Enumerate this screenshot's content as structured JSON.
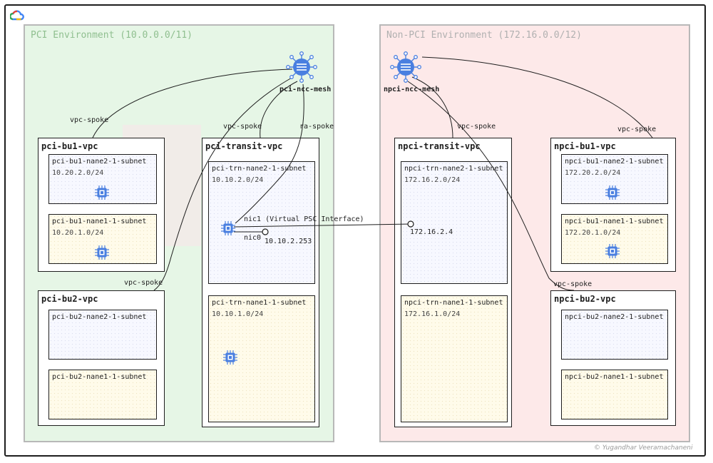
{
  "logo": "google-cloud-logo",
  "pci_env": {
    "title": "PCI Environment (10.0.0.0/11)",
    "bg": "#e6f6e6",
    "title_color": "#8fbf8f"
  },
  "npci_env": {
    "title": "Non-PCI Environment (172.16.0.0/12)",
    "bg": "#fde9e9",
    "title_color": "#b0b0b0"
  },
  "hubs": {
    "pci": "pci-ncc-mesh",
    "npci": "npci-ncc-mesh"
  },
  "spokes": {
    "pci_bu1": "vpc-spoke",
    "pci_transit": "vpc-spoke",
    "pci_ra": "ra-spoke",
    "pci_bu2": "vpc-spoke",
    "npci_transit": "vpc-spoke",
    "npci_bu1": "vpc-spoke",
    "npci_bu2": "vpc-spoke"
  },
  "vpcs": {
    "pci_bu1": {
      "title": "pci-bu1-vpc",
      "subnets": [
        {
          "name": "pci-bu1-nane2-1-subnet",
          "cidr": "10.20.2.0/24"
        },
        {
          "name": "pci-bu1-nane1-1-subnet",
          "cidr": "10.20.1.0/24"
        }
      ]
    },
    "pci_bu2": {
      "title": "pci-bu2-vpc",
      "subnets": [
        {
          "name": "pci-bu2-nane2-1-subnet"
        },
        {
          "name": "pci-bu2-nane1-1-subnet"
        }
      ]
    },
    "pci_transit": {
      "title": "pci-transit-vpc",
      "subnets": [
        {
          "name": "pci-trn-nane2-1-subnet",
          "cidr": "10.10.2.0/24"
        },
        {
          "name": "pci-trn-nane1-1-subnet",
          "cidr": "10.10.1.0/24"
        }
      ]
    },
    "npci_transit": {
      "title": "npci-transit-vpc",
      "subnets": [
        {
          "name": "npci-trn-nane2-1-subnet",
          "cidr": "172.16.2.0/24"
        },
        {
          "name": "npci-trn-nane1-1-subnet",
          "cidr": "172.16.1.0/24"
        }
      ]
    },
    "npci_bu1": {
      "title": "npci-bu1-vpc",
      "subnets": [
        {
          "name": "npci-bu1-nane2-1-subnet",
          "cidr": "172.20.2.0/24"
        },
        {
          "name": "npci-bu1-nane1-1-subnet",
          "cidr": "172.20.1.0/24"
        }
      ]
    },
    "npci_bu2": {
      "title": "npci-bu2-vpc",
      "subnets": [
        {
          "name": "npci-bu2-nane2-1-subnet"
        },
        {
          "name": "npci-bu2-nane1-1-subnet"
        }
      ]
    }
  },
  "interfaces": {
    "nic1": "nic1 (Virtual PSC Interface)",
    "nic0": "nic0",
    "nic0_ip": "10.10.2.253",
    "npci_ip": "172.16.2.4"
  },
  "copyright": "© Yugandhar Veeramachaneni",
  "colors": {
    "chip_blue": "#4a7fe0",
    "line": "#1e1e1e"
  }
}
